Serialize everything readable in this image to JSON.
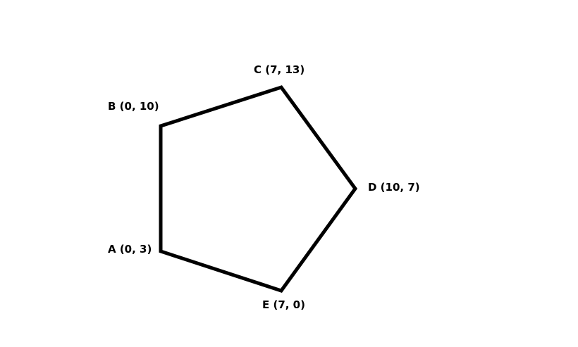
{
  "diagram": {
    "stroke_color": "#000000",
    "vertices": [
      {
        "id": "A",
        "label": "A (0, 3)",
        "x": 0,
        "y": 3
      },
      {
        "id": "B",
        "label": "B (0, 10)",
        "x": 0,
        "y": 10
      },
      {
        "id": "C",
        "label": "C (7, 13)",
        "x": 7,
        "y": 13
      },
      {
        "id": "D",
        "label": "D (10, 7)",
        "x": 10,
        "y": 7
      },
      {
        "id": "E",
        "label": "E (7, 0)",
        "x": 7,
        "y": 0
      }
    ]
  }
}
